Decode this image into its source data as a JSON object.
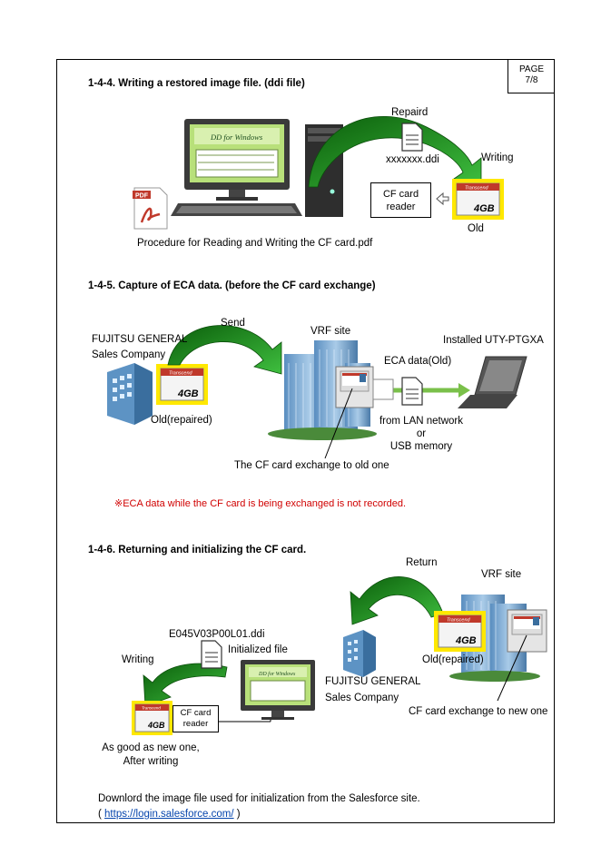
{
  "page": {
    "label": "PAGE",
    "number": "7/8"
  },
  "section1": {
    "heading": "1-4-4. Writing a restored image file. (ddi file)",
    "repaird": "Repaird",
    "filename": "xxxxxxx.ddi",
    "writing": "Writing",
    "cf_reader": [
      "CF card",
      "reader"
    ],
    "old": "Old",
    "pdf_caption": "Procedure for Reading and Writing the CF card.pdf",
    "app_title": "DD for Windows",
    "card_brand": "Transcend",
    "card_capacity": "4GB",
    "pdf_label": "PDF"
  },
  "section2": {
    "heading": "1-4-5. Capture of ECA data. (before the CF card exchange)",
    "send": "Send",
    "vrf_site": "VRF site",
    "fujitsu": [
      "FUJITSU GENERAL",
      "Sales Company"
    ],
    "installed": "Installed UTY-PTGXA",
    "eca_data": "ECA data(Old)",
    "old_repaired": "Old(repaired)",
    "from_lan": [
      "from LAN network",
      "or",
      "USB memory"
    ],
    "exchange_caption": "The CF card exchange to old one",
    "note": "※ECA data while the CF card is being exchanged is not recorded."
  },
  "section3": {
    "heading": "1-4-6. Returning and initializing the CF card.",
    "return": "Return",
    "vrf_site": "VRF site",
    "filename": "E045V03P00L01.ddi",
    "initialized": "Initialized file",
    "writing": "Writing",
    "old_repaired": "Old(repaired)",
    "fujitsu": [
      "FUJITSU GENERAL",
      "Sales Company"
    ],
    "cf_reader": [
      "CF card",
      "reader"
    ],
    "exchange_new": "CF card exchange to new one",
    "good_as_new": [
      "As good as new one,",
      "After writing"
    ]
  },
  "footer": {
    "download": "Downlord the image file used for initialization from the Salesforce site.",
    "link_open": "( ",
    "link": "https://login.salesforce.com/",
    "link_close": " )"
  },
  "colors": {
    "arrow_green": "#1e8a1e",
    "card_yellow": "#ffe800",
    "screen_green": "#b8e07a",
    "note_red": "#d00000",
    "link_blue": "#0645ad"
  }
}
